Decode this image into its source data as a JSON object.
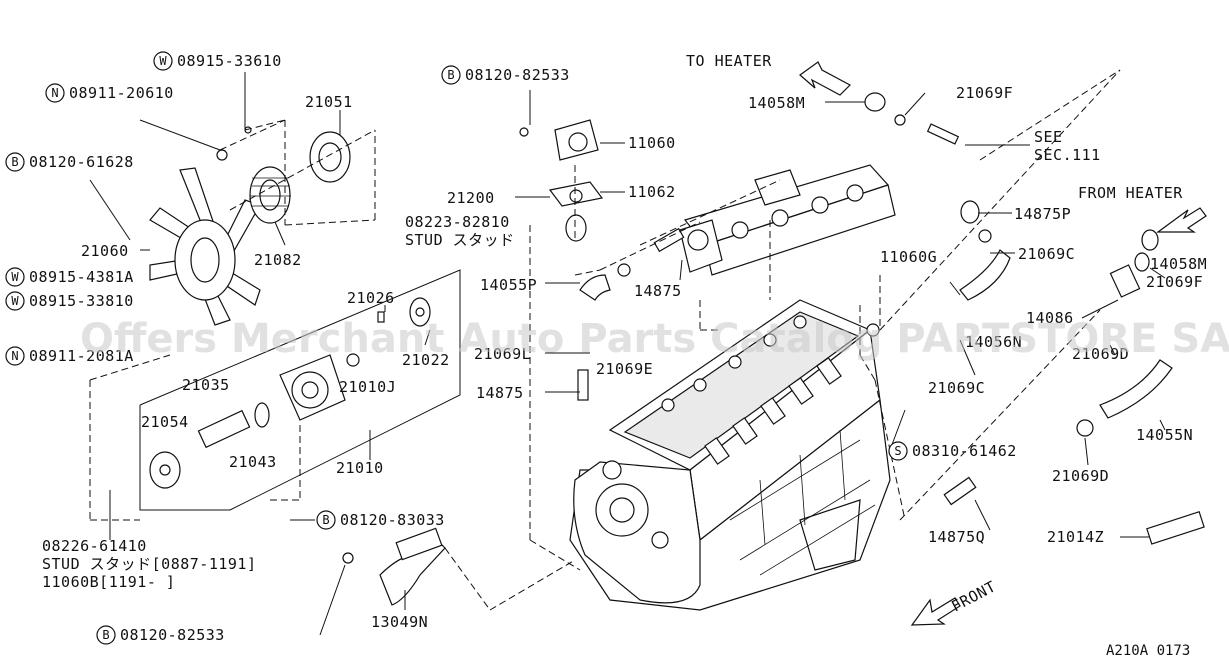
{
  "watermark": "Offers Merchant Auto Parts Catalog PARTSTORE SA",
  "diagram_ref": "A210A 0173",
  "labels": {
    "to_heater": "TO HEATER",
    "from_heater": "FROM HEATER",
    "see": "SEE",
    "sec111": "SEC.111",
    "front": "FRONT",
    "stud_top": "STUD スタッド",
    "stud_bottom": "STUD スタッド[0887-1191]",
    "p11060B": "11060B[1191-     ]"
  },
  "badged": {
    "w33610": {
      "badge": "W",
      "text": "08915-33610"
    },
    "n20610": {
      "badge": "N",
      "text": "08911-20610"
    },
    "b61628": {
      "badge": "B",
      "text": "08120-61628"
    },
    "b82533top": {
      "badge": "B",
      "text": "08120-82533"
    },
    "w4381a": {
      "badge": "W",
      "text": "08915-4381A"
    },
    "w3810": {
      "badge": "W",
      "text": "08915-33810"
    },
    "n2081a": {
      "badge": "N",
      "text": "08911-2081A"
    },
    "b83033": {
      "badge": "B",
      "text": "08120-83033"
    },
    "b82533bot": {
      "badge": "B",
      "text": "08120-82533"
    },
    "s61462": {
      "badge": "S",
      "text": "08310-61462"
    }
  },
  "parts": {
    "p21051": "21051",
    "p21082": "21082",
    "p21060": "21060",
    "p11060": "11060",
    "p11062": "11062",
    "p21200": "21200",
    "p82810": "08223-82810",
    "p21026": "21026",
    "p21022": "21022",
    "p14055p": "14055P",
    "p14875a": "14875",
    "p21069l": "21069L",
    "p21069e": "21069E",
    "p14875b": "14875",
    "p21035": "21035",
    "p21010j": "21010J",
    "p21054": "21054",
    "p21043": "21043",
    "p21010": "21010",
    "p61410": "08226-61410",
    "p13049n": "13049N",
    "p14058m_top": "14058M",
    "p21069f_top": "21069F",
    "p14875p": "14875P",
    "p21069c_top": "21069C",
    "p11060g": "11060G",
    "p14056n": "14056N",
    "p21069c_bot": "21069C",
    "p14058m_r": "14058M",
    "p21069f_r": "21069F",
    "p14086": "14086",
    "p21069d_top": "21069D",
    "p14055n": "14055N",
    "p21069d_bot": "21069D",
    "p14875q": "14875Q",
    "p21014z": "21014Z"
  }
}
